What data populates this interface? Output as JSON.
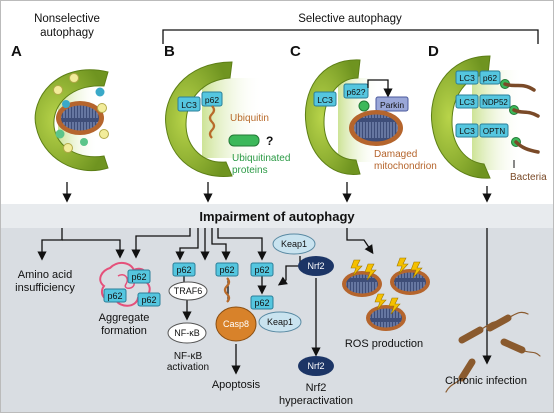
{
  "header": {
    "nonselective": [
      "Nonselective",
      "autophagy"
    ],
    "selective": "Selective autophagy"
  },
  "panels": {
    "a": "A",
    "b": "B",
    "c": "C",
    "d": "D"
  },
  "panel_b": {
    "lc3": "LC3",
    "p62": "p62",
    "ubiquitin": "Ubiquitin",
    "question": "?",
    "ubiquitinated": [
      "Ubiquitinated",
      "proteins"
    ]
  },
  "panel_c": {
    "lc3": "LC3",
    "p62": "p62?",
    "parkin": "Parkin",
    "damaged": [
      "Damaged",
      "mitochondrion"
    ]
  },
  "panel_d": {
    "lc3_1": "LC3",
    "p62": "p62",
    "lc3_2": "LC3",
    "ndp52": "NDP52",
    "lc3_3": "LC3",
    "optn": "OPTN",
    "bacteria": "Bacteria"
  },
  "banner": "Impairment of autophagy",
  "outcomes": {
    "amino": [
      "Amino acid",
      "insufficiency"
    ],
    "aggregate": [
      "Aggregate",
      "formation"
    ],
    "agg_p62": [
      "p62",
      "p62",
      "p62"
    ],
    "traf6_p62": "p62",
    "traf6": "TRAF6",
    "nfkb": "NF-κB",
    "nfkb_activation": [
      "NF-κB",
      "activation"
    ],
    "casp_p62": "p62",
    "casp8": "Casp8",
    "apoptosis": "Apoptosis",
    "keap_p62a": "p62",
    "keap_p62b": "p62",
    "keap1_b": "Keap1",
    "keap1_a": "Keap1",
    "nrf2_a": "Nrf2",
    "nrf2_b": "Nrf2",
    "nrf2_hyper": [
      "Nrf2",
      "hyperactivation"
    ],
    "ros": "ROS production",
    "chronic": "Chronic infection"
  },
  "colors": {
    "green": "#8cb428",
    "green_dark": "#5d7f16",
    "cyan": "#55c6df",
    "mito": "#b5652d",
    "navy": "#1c3566",
    "banner_bg": "#e6eaee",
    "lower_bg": "#d9dde2",
    "ubiquitin": "#b86a2a"
  }
}
